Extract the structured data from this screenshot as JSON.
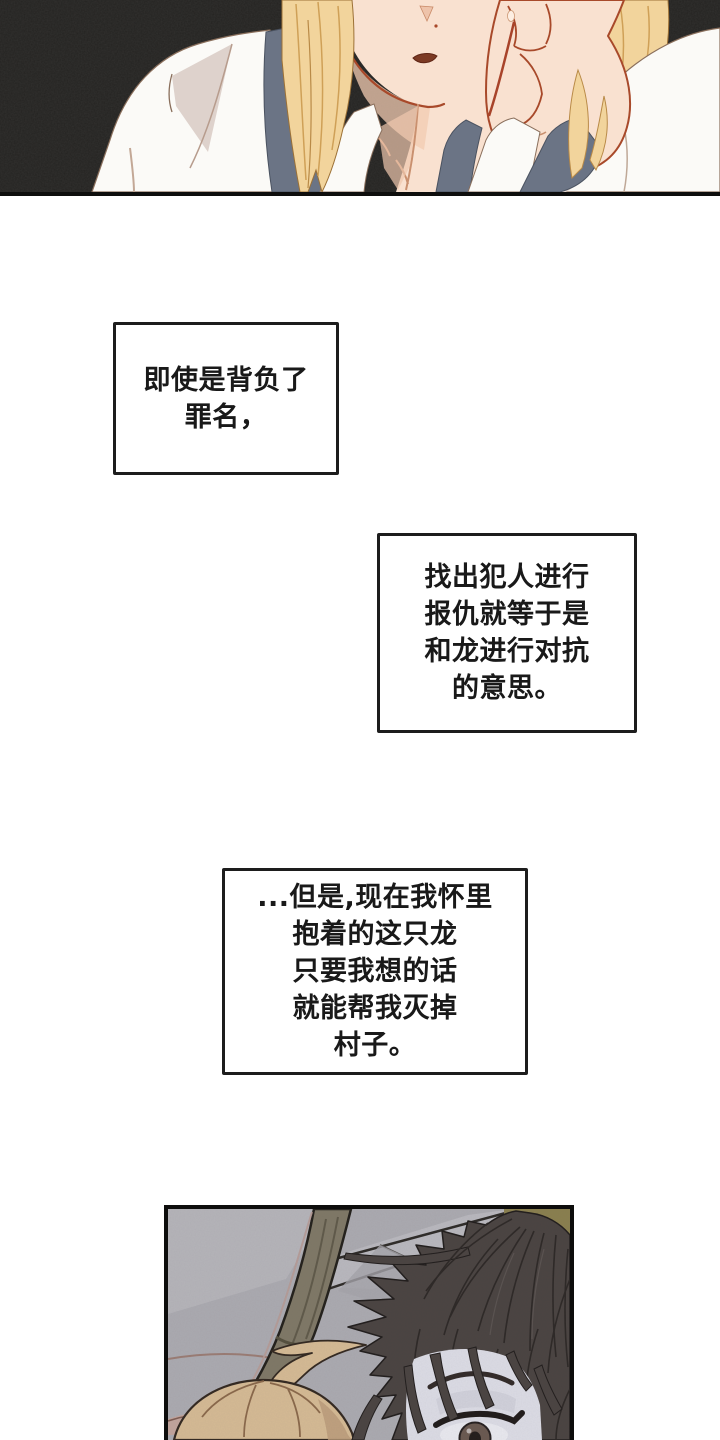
{
  "comic": {
    "captions": [
      {
        "text": "即使是背负了\n罪名，"
      },
      {
        "text": "找出犯人进行\n报仇就等于是\n和龙进行对抗\n的意思。"
      },
      {
        "text": "...但是,现在我怀里\n抱着的这只龙\n只要我想的话\n就能帮我灭掉\n村子。"
      }
    ],
    "panels": {
      "top": {
        "description": "Close-up of a long-haired blonde character in a white robe with gray collar, resting a cheek on one hand, on a dark textured background",
        "background_color": "#232220"
      },
      "bottom": {
        "description": "Close-up of a dark-haired character lying on a gray pillow with one half-open eye, a small blonde head resting beside them",
        "background_color": "#abaab0"
      }
    },
    "colors": {
      "page_background": "#ffffff",
      "panel_border": "#0d0d0c",
      "caption_border": "#1d1d1d",
      "caption_text": "#191919",
      "blonde_hair": "#f2d49c",
      "skin": "#f9e1d0",
      "robe_white": "#fbfaf7",
      "collar_gray": "#6b7485",
      "dark_hair": "#4a4341",
      "pillow_gray": "#abaab0",
      "strap_olive": "#7f7866",
      "corner_olive": "#8a7f4e"
    }
  }
}
